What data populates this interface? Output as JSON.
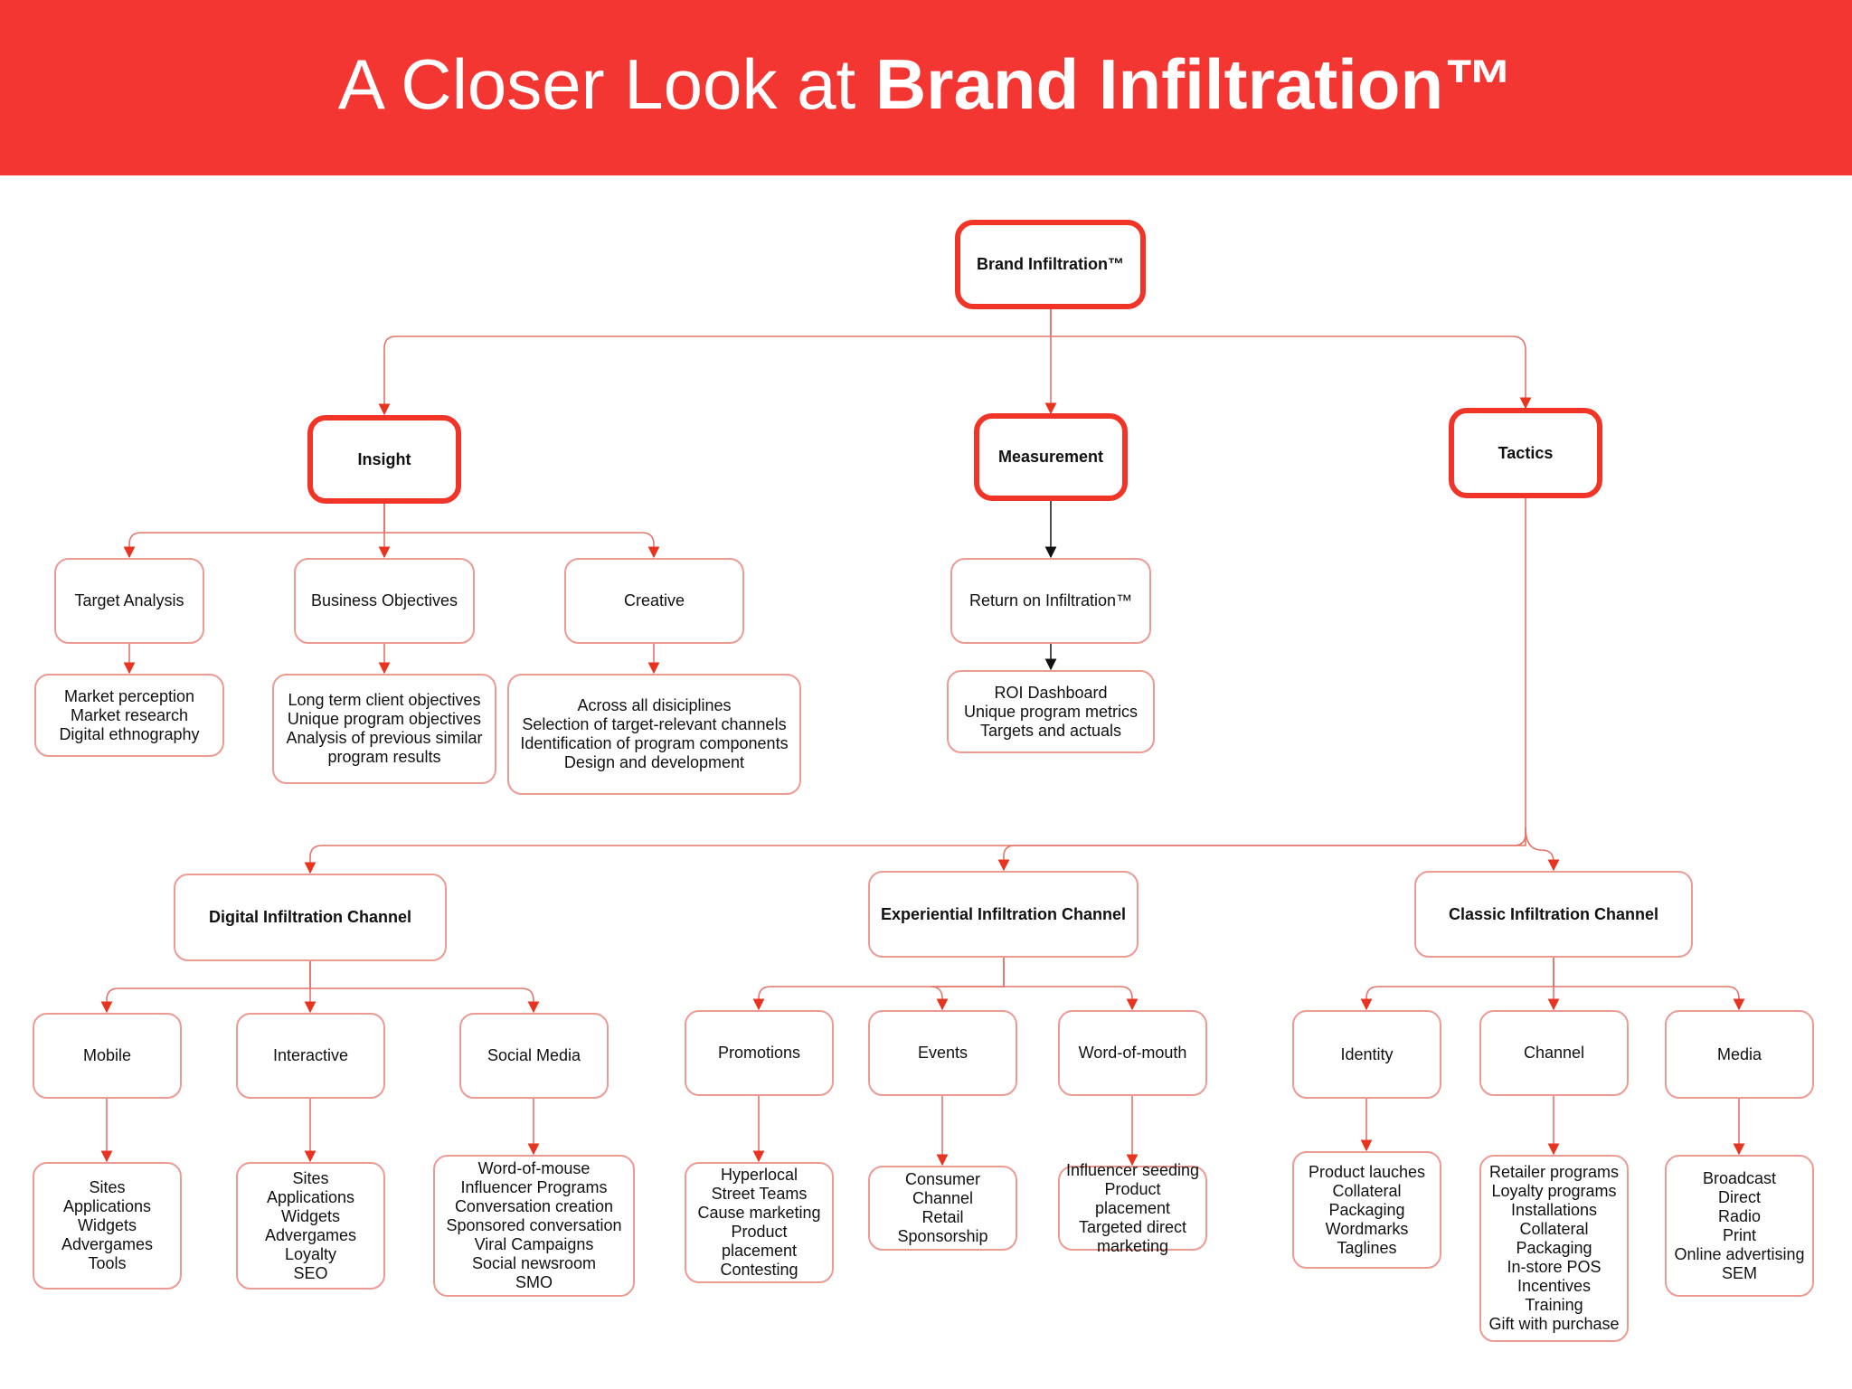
{
  "header": {
    "title_light": "A Closer Look at ",
    "title_bold": "Brand Infiltration™"
  },
  "colors": {
    "banner": "#f43632",
    "main_border": "#f03528",
    "box_border": "#ec9a92",
    "line": "#e2756a",
    "arrow": "#e8331f"
  },
  "nodes": {
    "root": "Brand Infiltration™",
    "insight": "Insight",
    "measurement": "Measurement",
    "tactics": "Tactics",
    "target_analysis": "Target Analysis",
    "business_objectives": "Business Objectives",
    "creative": "Creative",
    "target_analysis_details": "Market perception\nMarket research\nDigital ethnography",
    "business_objectives_details": "Long term client objectives\nUnique program objectives\nAnalysis of previous similar\nprogram results",
    "creative_details": "Across all disiciplines\nSelection of target-relevant channels\nIdentification of program components\nDesign and development",
    "return_on_infiltration": "Return on Infiltration™",
    "roi_details": "ROI Dashboard\nUnique program metrics\nTargets and actuals",
    "digital_channel": "Digital Infiltration Channel",
    "experiential_channel": "Experiential Infiltration Channel",
    "classic_channel": "Classic Infiltration Channel",
    "mobile": "Mobile",
    "interactive": "Interactive",
    "social_media": "Social Media",
    "promotions": "Promotions",
    "events": "Events",
    "word_of_mouth": "Word-of-mouth",
    "identity": "Identity",
    "channel": "Channel",
    "media": "Media",
    "mobile_details": "Sites\nApplications\nWidgets\nAdvergames\nTools",
    "interactive_details": "Sites\nApplications\nWidgets\nAdvergames\nLoyalty\nSEO",
    "social_media_details": "Word-of-mouse\nInfluencer Programs\nConversation creation\nSponsored conversation\nViral Campaigns\nSocial newsroom\nSMO",
    "promotions_details": "Hyperlocal\nStreet Teams\nCause marketing\nProduct placement\nContesting",
    "events_details": "Consumer\nChannel\nRetail\nSponsorship",
    "word_of_mouth_details": "Influencer seeding\nProduct placement\nTargeted direct\nmarketing",
    "identity_details": "Product lauches\nCollateral\nPackaging\nWordmarks\nTaglines",
    "channel_details": "Retailer programs\nLoyalty programs\nInstallations\nCollateral\nPackaging\nIn-store POS\nIncentives\nTraining\nGift with purchase",
    "media_details": "Broadcast\nDirect\nRadio\nPrint\nOnline advertising\nSEM"
  }
}
